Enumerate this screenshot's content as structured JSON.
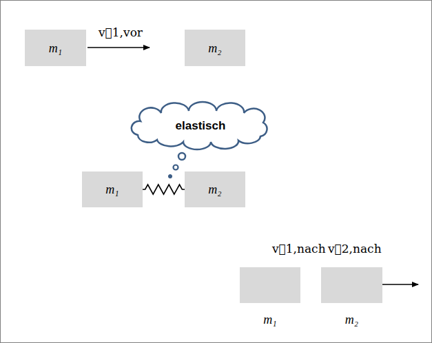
{
  "diagram": {
    "nodes": [
      {
        "text": [
          "m₁"
        ]
      },
      {
        "text": [
          "m₂"
        ]
      },
      {
        "text": [
          "elastisch"
        ]
      },
      {
        "text": [
          "m₁"
        ]
      },
      {
        "text": [
          "m₂"
        ]
      },
      {
        "text": [
          "m₁"
        ]
      },
      {
        "text": [
          "m₂"
        ]
      }
    ],
    "edges": [
      {
        "from": 3,
        "to": 4,
        "arrow": "none"
      }
    ],
    "labels": [
      "v⃗1,vor",
      "v⃗1,nach",
      "v⃗2,nach"
    ]
  }
}
